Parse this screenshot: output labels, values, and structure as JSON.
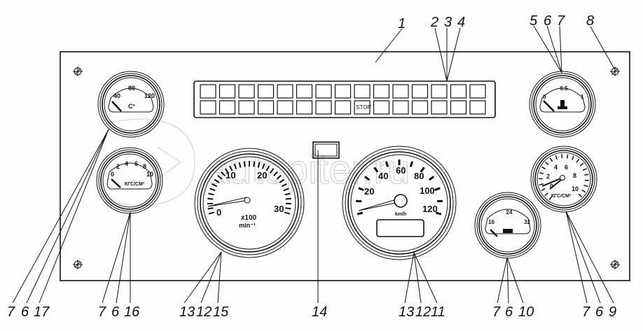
{
  "diagram": {
    "title": "Instrument panel",
    "watermark": "autopiter.ru",
    "callouts": {
      "c1": "1",
      "c2": "2",
      "c3": "3",
      "c4": "4",
      "c5": "5",
      "c6a": "6",
      "c7a": "7",
      "c8": "8",
      "b1": "7",
      "b2": "6",
      "b3": "17",
      "b4": "7",
      "b5": "6",
      "b6": "16",
      "b7": "13",
      "b8": "12",
      "b9": "15",
      "b10": "14",
      "b11": "13",
      "b12": "12",
      "b13": "11",
      "b14": "7",
      "b15": "6",
      "b16": "10",
      "b17": "7",
      "b18": "6",
      "b19": "9"
    },
    "gauges": {
      "temperature": {
        "labels": [
          "40",
          "80",
          "120"
        ],
        "unit": "C°"
      },
      "oil_pressure": {
        "labels": [
          "0",
          "2",
          "4",
          "6",
          "8",
          "10"
        ],
        "unit": "КГС/СМ²"
      },
      "tachometer": {
        "labels": [
          "0",
          "10",
          "20",
          "30"
        ],
        "unit1": "x100",
        "unit2": "min⁻¹"
      },
      "speedometer": {
        "labels": [
          "20",
          "40",
          "60",
          "80",
          "100",
          "120"
        ],
        "unit": "km/h"
      },
      "fuel": {
        "labels": [
          "0",
          "0.5",
          "1"
        ]
      },
      "voltmeter": {
        "labels": [
          "16",
          "24",
          "32"
        ]
      },
      "air_pressure": {
        "labels": [
          "0",
          "2",
          "4",
          "6",
          "8",
          "10"
        ],
        "unit": "КГС/СМ²"
      }
    },
    "warning_lamps": {
      "stop_label": "STOP"
    }
  }
}
